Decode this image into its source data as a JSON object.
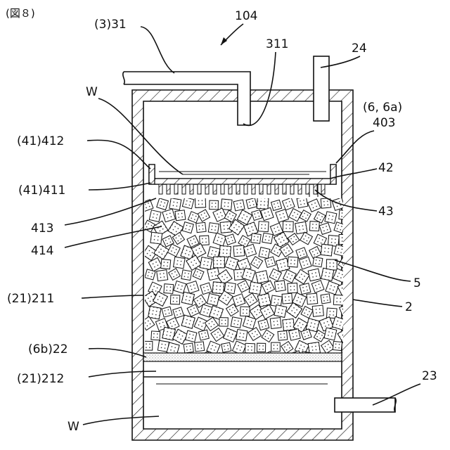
{
  "figure": {
    "title": "(図８)",
    "apparatus_number": "104"
  },
  "labels": {
    "l_31": "(3)31",
    "l_311": "311",
    "l_24": "24",
    "l_w_top": "W",
    "l_6_6a": "(6, 6a)",
    "l_403": "403",
    "l_412": "(41)412",
    "l_42": "42",
    "l_411": "(41)411",
    "l_43": "43",
    "l_413": "413",
    "l_414": "414",
    "l_5": "5",
    "l_211": "(21)211",
    "l_2": "2",
    "l_22": "(6b)22",
    "l_212": "(21)212",
    "l_23": "23",
    "l_w_bottom": "W"
  }
}
